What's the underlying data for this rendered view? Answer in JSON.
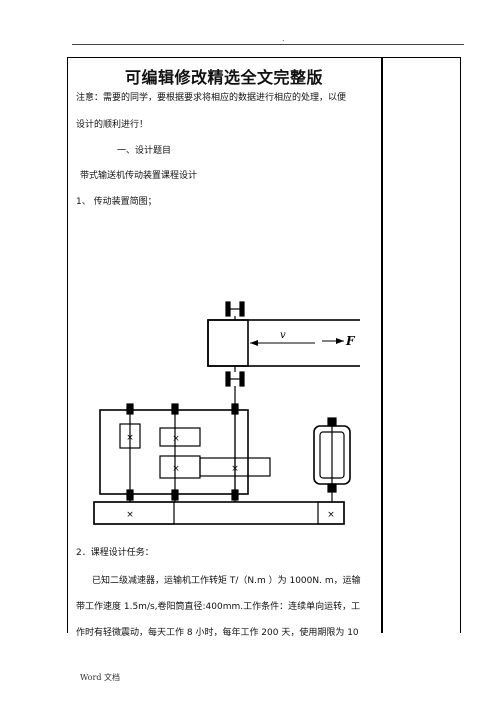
{
  "page": {
    "header_mark": ".",
    "title": "可编辑修改精选全文完整版",
    "notice_line1": "注意：需要的同学，要根据要求将相应的数据进行相应的处理，以便",
    "notice_line2": "设计的顺利进行！",
    "section1_heading": "一、设计题目",
    "design_topic": "带式输送机传动装置课程设计",
    "item1_label": "1、 传动装置简图；",
    "item2_label": "2．课程设计任务：",
    "task_line1": "已知二级减速器，运输机工作转矩 T/（N.m ）为 1000N. m，运输",
    "task_line2": "带工作速度 1.5m/s,卷阳筒直径:400mm.工作条件：连续单向运转，工",
    "task_line3": "作时有轻微震动，每天工作 8 小时，每年工作 200 天，使用期限为 10",
    "footer": "Word 文档"
  },
  "diagram": {
    "velocity_label": "v",
    "force_label": "F"
  }
}
